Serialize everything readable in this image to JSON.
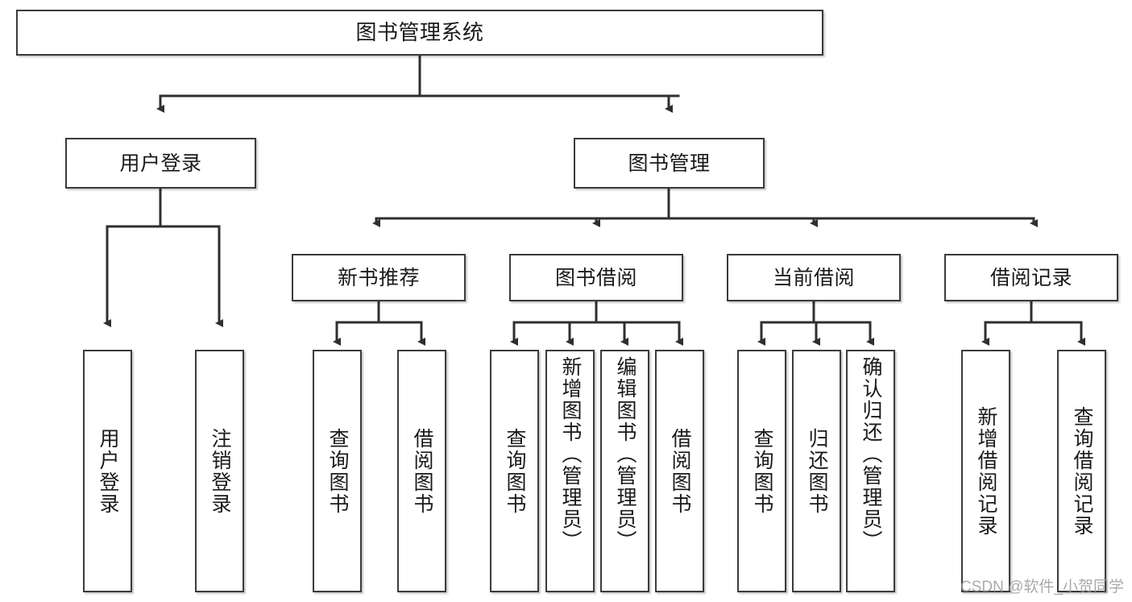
{
  "diagram": {
    "type": "tree",
    "title": "图书管理系统",
    "watermark": "CSDN @软件_小贺同学",
    "colors": {
      "box_border": "#3b3b3b",
      "box_fill": "#ffffff",
      "connector": "#2f2f2f",
      "text": "#1a1a1a",
      "watermark": "#9c9c9c"
    },
    "root": {
      "label": "图书管理系统"
    },
    "level2": [
      {
        "label": "用户登录"
      },
      {
        "label": "图书管理"
      }
    ],
    "level3": [
      {
        "label": "新书推荐"
      },
      {
        "label": "图书借阅"
      },
      {
        "label": "当前借阅"
      },
      {
        "label": "借阅记录"
      }
    ],
    "leaves": {
      "user_login": [
        {
          "label": "用户登录"
        },
        {
          "label": "注销登录"
        }
      ],
      "new_book": [
        {
          "label": "查询图书"
        },
        {
          "label": "借阅图书"
        }
      ],
      "book_borrow": [
        {
          "label": "查询图书"
        },
        {
          "label": "新增图书（管理员）"
        },
        {
          "label": "编辑图书（管理员）"
        },
        {
          "label": "借阅图书"
        }
      ],
      "current_borrow": [
        {
          "label": "查询图书"
        },
        {
          "label": "归还图书"
        },
        {
          "label": "确认归还（管理员）"
        }
      ],
      "borrow_record": [
        {
          "label": "新增借阅记录"
        },
        {
          "label": "查询借阅记录"
        }
      ]
    }
  }
}
